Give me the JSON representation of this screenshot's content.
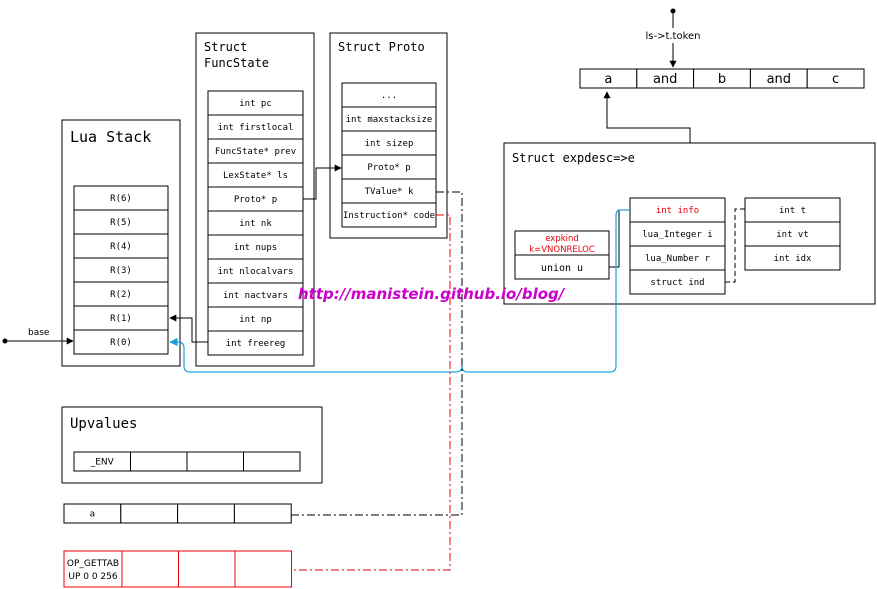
{
  "lua_stack": {
    "title": "Lua Stack",
    "slots": [
      "R(6)",
      "R(5)",
      "R(4)",
      "R(3)",
      "R(2)",
      "R(1)",
      "R(0)"
    ],
    "base_label": "base"
  },
  "funcstate": {
    "title_line1": "Struct",
    "title_line2": "FuncState",
    "fields": [
      "int pc",
      "int firstlocal",
      "FuncState* prev",
      "LexState* ls",
      "Proto* p",
      "int nk",
      "int nups",
      "int nlocalvars",
      "int nactvars",
      "int np",
      "int freereg"
    ]
  },
  "proto": {
    "title": "Struct Proto",
    "fields": [
      "...",
      "int maxstacksize",
      "int sizep",
      "Proto* p",
      "TValue* k",
      "Instruction* code"
    ]
  },
  "token": {
    "label": "ls->t.token",
    "cells": [
      "a",
      "and",
      "b",
      "and",
      "c"
    ]
  },
  "expdesc": {
    "title": "Struct expdesc=>e",
    "kind_line1": "expkind",
    "kind_line2": "k=VNONRELOC",
    "union_label": "union u",
    "union_fields": [
      "int info",
      "lua_Integer i",
      "lua_Number r",
      "struct ind"
    ],
    "ind_fields": [
      "int t",
      "int vt",
      "int idx"
    ]
  },
  "upvalues": {
    "title": "Upvalues",
    "cells": [
      "_ENV",
      "",
      "",
      ""
    ]
  },
  "k_array": {
    "cells": [
      "a",
      "",
      "",
      ""
    ]
  },
  "code_array": {
    "first_line1": "OP_GETTAB",
    "first_line2": "UP 0 0 256",
    "cells": [
      "",
      "",
      ""
    ]
  },
  "watermark": "http://manistein.github.io/blog/",
  "colors": {
    "line": "#000000",
    "highlight": "#e8000b",
    "link": "#1ba1e2",
    "watermark": "#cc00cc"
  }
}
